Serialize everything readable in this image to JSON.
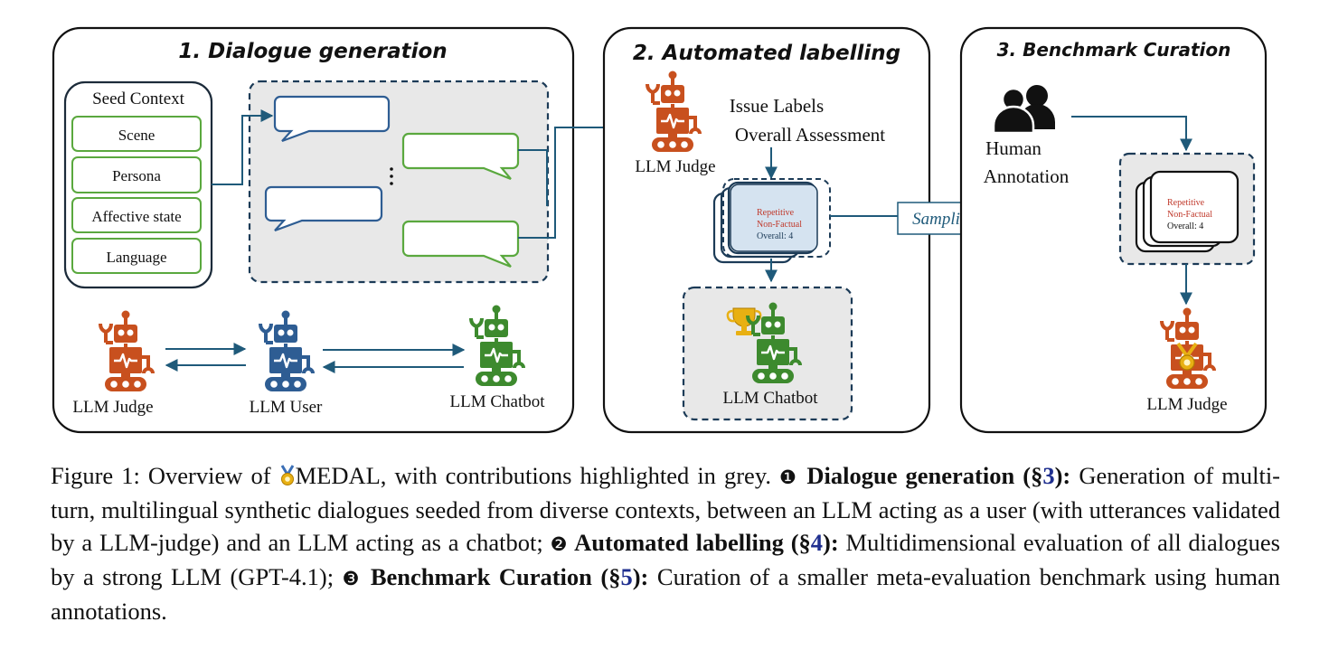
{
  "panels": {
    "dialogue": {
      "title": "1. Dialogue generation",
      "seed_context_title": "Seed Context",
      "seed_items": [
        "Scene",
        "Persona",
        "Affective state",
        "Language"
      ],
      "bots": {
        "judge": "LLM Judge",
        "user": "LLM User",
        "chatbot": "LLM Chatbot"
      }
    },
    "labelling": {
      "title": "2. Automated labelling",
      "judge_label": "LLM Judge",
      "outputs_line1": "Issue Labels",
      "outputs_line2": "Overall Assessment",
      "card_label1": "Repetitive",
      "card_label2": "Non-Factual",
      "card_overall": "Overall: 4",
      "chatbot_label": "LLM Chatbot"
    },
    "sampling_label": "Sampling",
    "curation": {
      "title": "3. Benchmark Curation",
      "human_line1": "Human",
      "human_line2": "Annotation",
      "card_label1": "Repetitive",
      "card_label2": "Non-Factual",
      "card_overall": "Overall: 4",
      "judge_label": "LLM Judge"
    }
  },
  "colors": {
    "judge": "#c8501e",
    "user": "#2e5d93",
    "chatbot": "#3d8a2e",
    "arrow": "#1f5a7a",
    "seed_border": "#5aa83e",
    "grey_fill": "#e8e8e8",
    "card_blue": "#d5e3f0",
    "label_red": "#c0392b"
  },
  "icons": [
    "robot-icon",
    "trophy-icon",
    "medal-icon",
    "people-icon",
    "speech-bubble-icon"
  ],
  "caption": {
    "p1": "Figure 1: Overview of ",
    "name": "MEDAL",
    "p2": ", with contributions highlighted in grey. ",
    "n1": "❶",
    "h1": " Dialogue generation (§",
    "r1": "3",
    "h1_end": "):",
    "t1": " Generation of multi-turn, multilingual synthetic dialogues seeded from diverse contexts, between an LLM acting as a user (with utterances validated by a LLM-judge) and an LLM acting as a chatbot; ",
    "n2": "❷",
    "h2": " Automated labelling (§",
    "r2": "4",
    "h2_end": "):",
    "t2": " Multidimensional evaluation of all dialogues by a strong LLM (GPT-4.1); ",
    "n3": "❸",
    "h3": " Benchmark Curation (§",
    "r3": "5",
    "h3_end": "):",
    "t3": " Curation of a smaller meta-evaluation benchmark using human annotations."
  }
}
